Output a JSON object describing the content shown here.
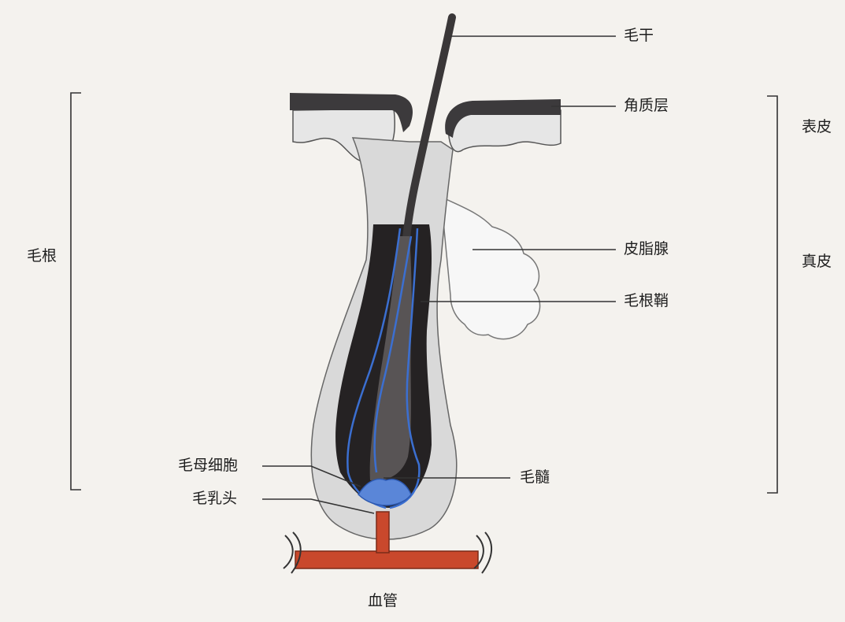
{
  "labels": {
    "hair_shaft": "毛干",
    "stratum_corneum": "角质层",
    "sebaceous_gland": "皮脂腺",
    "root_sheath": "毛根鞘",
    "medulla": "毛髓",
    "matrix_cells": "毛母细胞",
    "dermal_papilla": "毛乳头",
    "blood_vessel": "血管",
    "hair_root": "毛根",
    "epidermis": "表皮",
    "dermis": "真皮"
  },
  "colors": {
    "background": "#f4f2ee",
    "epidermis_dark": "#3c3a3c",
    "sheath_fill": "#d9d9d9",
    "hair_dark": "#252223",
    "medulla_gray": "#585455",
    "inner_blue": "#3b6fd1",
    "vessel_red": "#c9482c",
    "line": "#333333"
  }
}
